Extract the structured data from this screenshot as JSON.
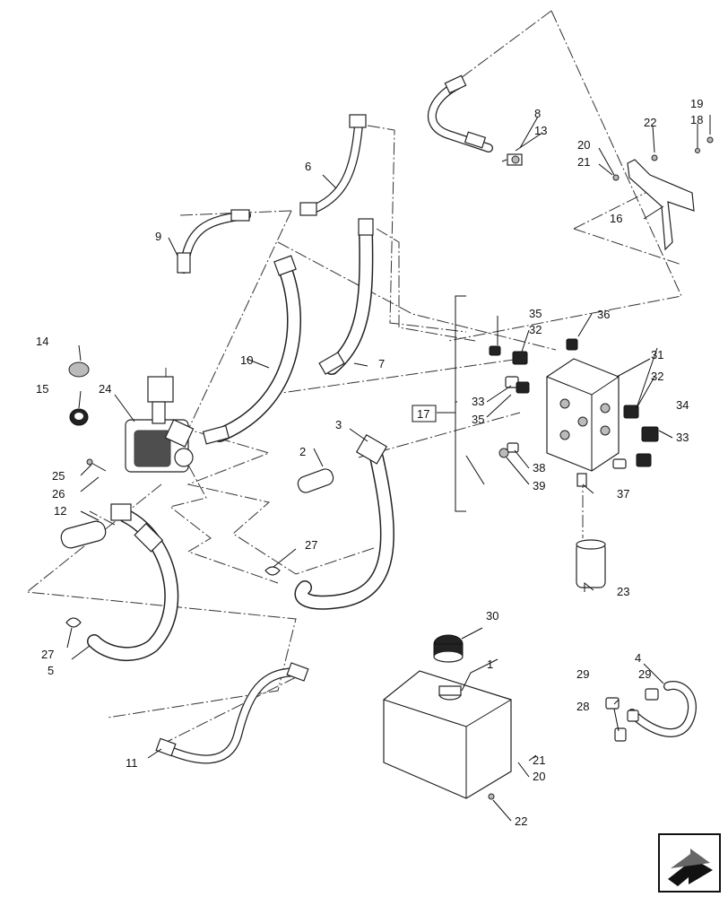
{
  "callouts": {
    "c1": "1",
    "c2": "2",
    "c3": "3",
    "c4": "4",
    "c5": "5",
    "c6": "6",
    "c7": "7",
    "c8": "8",
    "c9": "9",
    "c10": "10",
    "c11": "11",
    "c12": "12",
    "c13": "13",
    "c14": "14",
    "c15": "15",
    "c16": "16",
    "c17": "17",
    "c18": "18",
    "c19": "19",
    "c20a": "20",
    "c20b": "20",
    "c21a": "21",
    "c21b": "21",
    "c22a": "22",
    "c22b": "22",
    "c23": "23",
    "c24": "24",
    "c25": "25",
    "c26": "26",
    "c27a": "27",
    "c27b": "27",
    "c28": "28",
    "c29a": "29",
    "c29b": "29",
    "c30": "30",
    "c31": "31",
    "c32a": "32",
    "c32b": "32",
    "c33a": "33",
    "c33b": "33",
    "c34": "34",
    "c35a": "35",
    "c35b": "35",
    "c36": "36",
    "c37": "37",
    "c38": "38",
    "c39": "39"
  },
  "icons": {
    "nav": "next-page-arrow-icon"
  }
}
